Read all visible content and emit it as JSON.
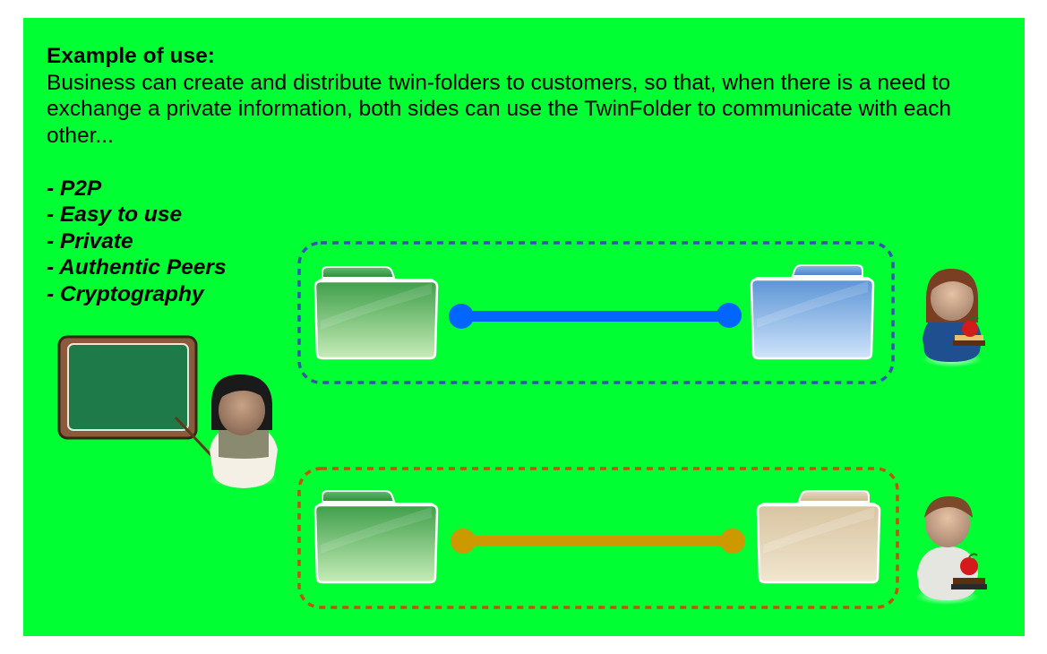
{
  "heading": "Example of use:",
  "body": "Business can create and distribute twin-folders to customers, so that, when there is a need to exchange a private information, both sides can use the TwinFolder to communicate with each other...",
  "features": [
    "- P2P",
    "- Easy to use",
    "- Private",
    "- Authentic Peers",
    "- Cryptography"
  ],
  "colors": {
    "background": "#00ff33",
    "top_link": "#0066ff",
    "top_frame": "#3355aa",
    "bottom_link": "#cc9900",
    "bottom_frame": "#bb5511"
  },
  "icons": [
    "chalkboard-icon",
    "teacher-icon",
    "folder-icon",
    "student-icon",
    "apple-books-icon"
  ]
}
